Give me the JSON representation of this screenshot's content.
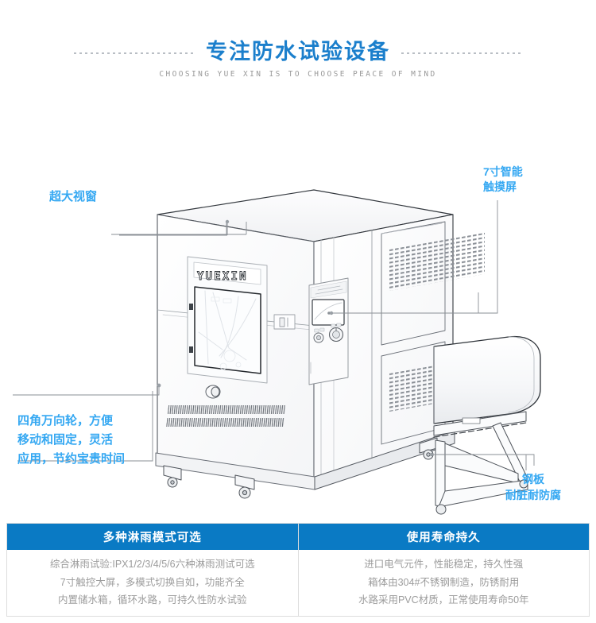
{
  "header": {
    "title": "专注防水试验设备",
    "subtitle": "CHOOSING YUE XIN IS TO CHOOSE PEACE OF MIND",
    "accent_color": "#1b7fcc"
  },
  "illustration": {
    "brand_logo": "YUEXIN",
    "alt": "防水试验箱线稿图",
    "callout_color": "#35a8f2"
  },
  "callouts": {
    "window": "超大视窗",
    "touchscreen_line1": "7寸智能",
    "touchscreen_line2": "触摸屏",
    "caster_line1": "四角万向轮，方便",
    "caster_line2": "移动和固定，灵活",
    "caster_line3": "应用，节约宝贵时间",
    "steel_line1": "钢板",
    "steel_line2": "耐脏耐防腐"
  },
  "spec_table": {
    "header_bg": "#0a7ac4",
    "columns": [
      {
        "header": "多种淋雨模式可选",
        "lines": [
          "综合淋雨试验:IPX1/2/3/4/5/6六种淋雨测试可选",
          "7寸触控大屏，多模式切换自如，功能齐全",
          "内置储水箱，循环水路，可持久性防水试验"
        ]
      },
      {
        "header": "使用寿命持久",
        "lines": [
          "进口电气元件，性能稳定，持久性强",
          "箱体由304#不锈钢制造，防锈耐用",
          "水路采用PVC材质，正常使用寿命50年"
        ]
      }
    ]
  }
}
